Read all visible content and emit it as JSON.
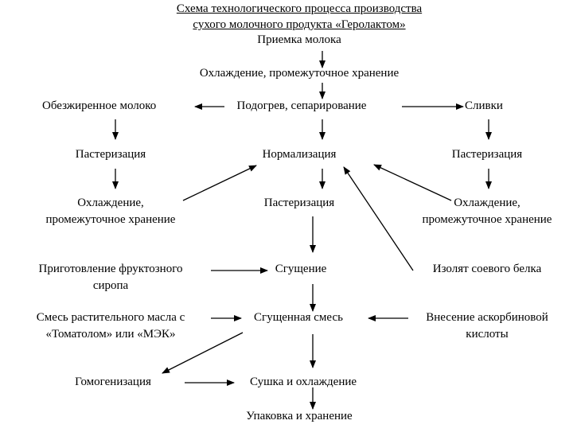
{
  "title": {
    "line1": "Схема технологического процесса производства",
    "line2": "сухого молочного продукта «Геролактом»"
  },
  "nodes": {
    "milk_reception": "Приемка молока",
    "cooling_storage_1": "Охлаждение, промежуточное хранение",
    "skim_milk": "Обезжиренное молоко",
    "heating_separation": "Подогрев, сепарирование",
    "cream": "Сливки",
    "pasteurization_left": "Пастеризация",
    "normalization": "Нормализация",
    "pasteurization_right": "Пастеризация",
    "cooling_left_l1": "Охлаждение,",
    "cooling_left_l2": "промежуточное хранение",
    "pasteurization_center": "Пастеризация",
    "cooling_right_l1": "Охлаждение,",
    "cooling_right_l2": "промежуточное хранение",
    "fructose_l1": "Приготовление фруктозного",
    "fructose_l2": "сиропа",
    "condensation": "Сгущение",
    "soy_isolate": "Изолят соевого белка",
    "veg_oil_l1": "Смесь растительного масла с",
    "veg_oil_l2": "«Томатолом» или «МЭК»",
    "condensed_mix": "Сгущенная смесь",
    "ascorbic_l1": "Внесение аскорбиновой",
    "ascorbic_l2": "кислоты",
    "homogenization": "Гомогенизация",
    "drying_cooling": "Сушка и охлаждение",
    "packing_storage": "Упаковка и хранение"
  }
}
